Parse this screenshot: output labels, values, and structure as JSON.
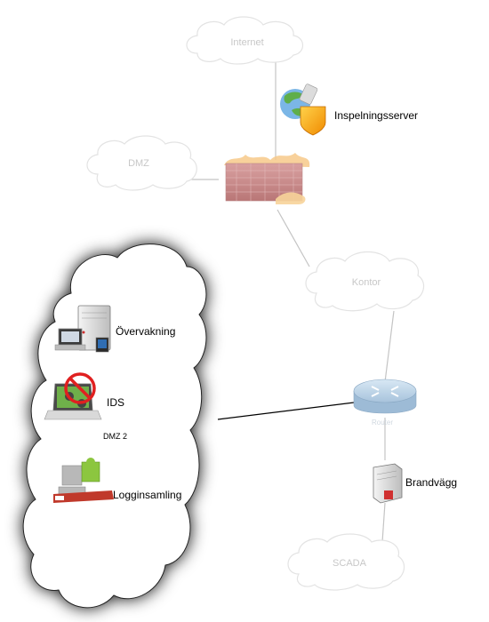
{
  "clouds": {
    "internet": "Internet",
    "dmz": "DMZ",
    "kontor": "Kontor",
    "scada": "SCADA",
    "dmz2": "DMZ 2"
  },
  "nodes": {
    "inspelningsserver": "Inspelningsserver",
    "overvakning": "Övervakning",
    "ids": "IDS",
    "logginsamling": "Logginsamling",
    "router": "Router",
    "brandvagg": "Brandvägg"
  },
  "colors": {
    "faint_cloud": "#e3e3e3",
    "faint_text": "#c7c7c7",
    "line": "#c4c4c4",
    "dark_line": "#000000",
    "firewall_brick": "#c98c8c",
    "router_blue": "#b9d2e6",
    "bold_cloud_shadow": "#000000"
  }
}
